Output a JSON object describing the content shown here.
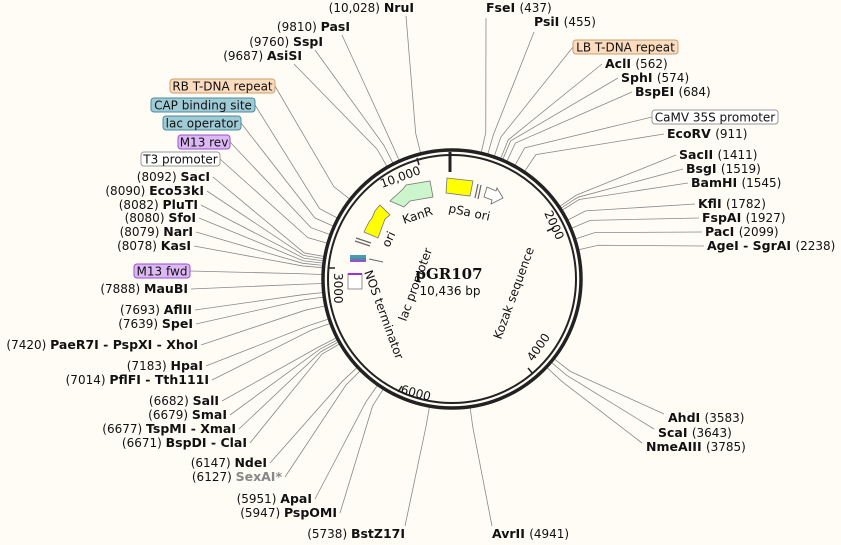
{
  "plasmid": {
    "name": "pGR107",
    "length": "10,436 bp"
  },
  "colors": {
    "pSa_ori": "#ffff00",
    "KanR": "#ccf5cc",
    "ori": "#ffff00",
    "cap": "#9ecbd6",
    "m13": "#dcb8f5",
    "t_dna": "#fbdcbf",
    "ring": "#222222"
  },
  "enzymes_left": [
    {
      "pos": "(10,028)",
      "name": "NruI"
    },
    {
      "pos": "(9810)",
      "name": "PasI"
    },
    {
      "pos": "(9760)",
      "name": "SspI"
    },
    {
      "pos": "(9687)",
      "name": "AsiSI"
    },
    {
      "pos": "(8092)",
      "name": "SacI"
    },
    {
      "pos": "(8090)",
      "name": "Eco53kI"
    },
    {
      "pos": "(8082)",
      "name": "PluTI"
    },
    {
      "pos": "(8080)",
      "name": "SfoI"
    },
    {
      "pos": "(8079)",
      "name": "NarI"
    },
    {
      "pos": "(8078)",
      "name": "KasI"
    },
    {
      "pos": "(7888)",
      "name": "MauBI"
    },
    {
      "pos": "(7693)",
      "name": "AflII"
    },
    {
      "pos": "(7639)",
      "name": "SpeI"
    },
    {
      "pos": "(7420)",
      "name": "PaeR7I - PspXI - XhoI"
    },
    {
      "pos": "(7183)",
      "name": "HpaI"
    },
    {
      "pos": "(7014)",
      "name": "PflFI - Tth111I"
    },
    {
      "pos": "(6682)",
      "name": "SalI"
    },
    {
      "pos": "(6679)",
      "name": "SmaI"
    },
    {
      "pos": "(6677)",
      "name": "TspMI - XmaI"
    },
    {
      "pos": "(6671)",
      "name": "BspDI - ClaI"
    },
    {
      "pos": "(6147)",
      "name": "NdeI"
    },
    {
      "pos": "(6127)",
      "name": "SexAI*"
    },
    {
      "pos": "(5951)",
      "name": "ApaI"
    },
    {
      "pos": "(5947)",
      "name": "PspOMI"
    },
    {
      "pos": "(5738)",
      "name": "BstZ17I"
    }
  ],
  "enzymes_right": [
    {
      "name": "FseI",
      "pos": "(437)"
    },
    {
      "name": "PsiI",
      "pos": "(455)"
    },
    {
      "name": "AclI",
      "pos": "(562)"
    },
    {
      "name": "SphI",
      "pos": "(574)"
    },
    {
      "name": "BspEI",
      "pos": "(684)"
    },
    {
      "name": "EcoRV",
      "pos": "(911)"
    },
    {
      "name": "SacII",
      "pos": "(1411)"
    },
    {
      "name": "BsgI",
      "pos": "(1519)"
    },
    {
      "name": "BamHI",
      "pos": "(1545)"
    },
    {
      "name": "KflI",
      "pos": "(1782)"
    },
    {
      "name": "FspAI",
      "pos": "(1927)"
    },
    {
      "name": "PacI",
      "pos": "(2099)"
    },
    {
      "name": "AgeI - SgrAI",
      "pos": "(2238)"
    },
    {
      "name": "AhdI",
      "pos": "(3583)"
    },
    {
      "name": "ScaI",
      "pos": "(3643)"
    },
    {
      "name": "NmeAIII",
      "pos": "(3785)"
    },
    {
      "name": "AvrII",
      "pos": "(4941)"
    }
  ],
  "feature_boxes": [
    {
      "label": "RB T-DNA repeat"
    },
    {
      "label": "CAP binding site"
    },
    {
      "label": "lac operator"
    },
    {
      "label": "M13 rev"
    },
    {
      "label": "T3 promoter"
    },
    {
      "label": "M13 fwd"
    },
    {
      "label": "LB T-DNA repeat"
    },
    {
      "label": "CaMV 35S promoter"
    }
  ],
  "inner_features": {
    "pSa_ori": "pSa ori",
    "KanR": "KanR",
    "ori": "ori",
    "lac_promoter": "lac promoter",
    "nos": "NOS terminator",
    "kozak": "Kozak sequence"
  },
  "ticks": {
    "t10000": "10,000",
    "t2000": "2000",
    "t3000": "3000",
    "t4000": "4000",
    "t6000": "6000"
  }
}
